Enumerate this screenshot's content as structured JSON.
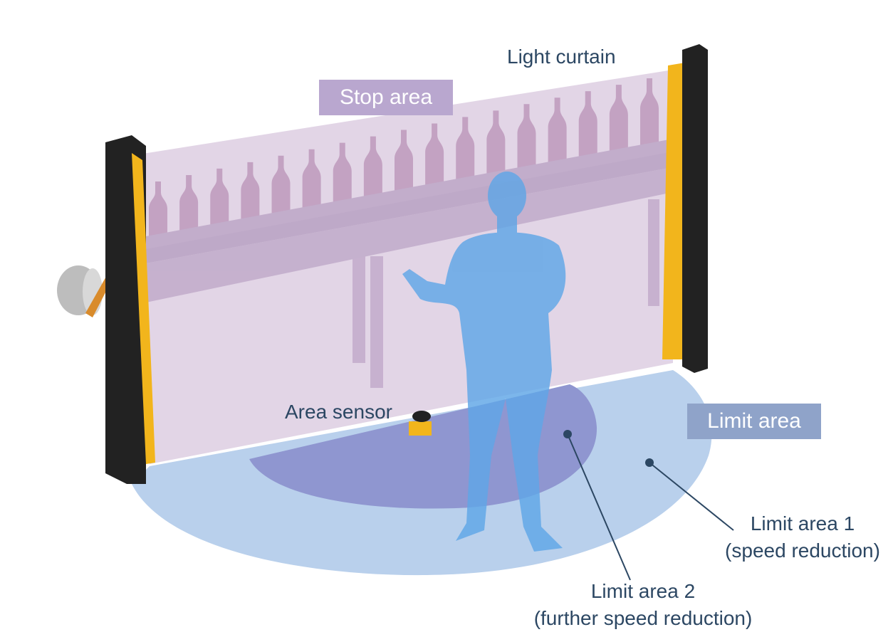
{
  "labels": {
    "light_curtain": "Light curtain",
    "stop_area": "Stop area",
    "area_sensor": "Area sensor",
    "limit_area": "Limit area",
    "limit_area_1": "Limit area 1",
    "limit_area_1_note": "(speed reduction)",
    "limit_area_2": "Limit area 2",
    "limit_area_2_note": "(further speed reduction)"
  },
  "colors": {
    "text": "#2c4763",
    "stop_area_box": "#b9a7cf",
    "limit_area_box": "#8fa3c9",
    "limit_area_1_fill": "#b9d0ec",
    "limit_area_2_fill": "#8f96d0",
    "curtain_fill": "#d2bfd8",
    "post": "#222222",
    "post_strip": "#f2b51c",
    "person": "#5fa6e6"
  },
  "bottle_count": 17
}
